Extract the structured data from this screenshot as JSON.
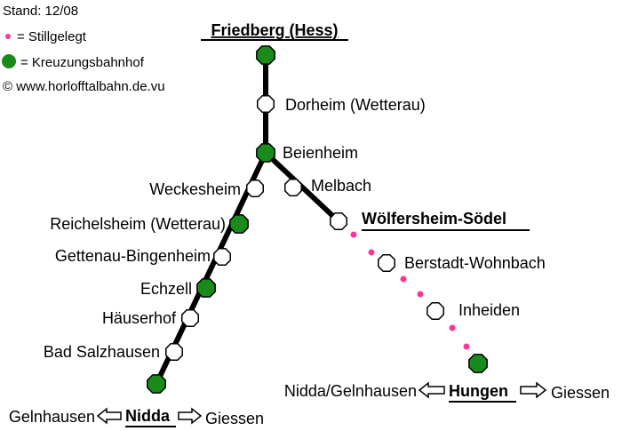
{
  "legend": {
    "stand": "Stand: 12/08",
    "stillgelegt": "= Stillgelegt",
    "kreuzungsbahnhof": "= Kreuzungsbahnhof",
    "copyright": "© www.horlofftalbahn.de.vu"
  },
  "colors": {
    "line": "#000000",
    "crossing_station": "#1a8a1a",
    "station": "#ffffff",
    "abandoned": "#ff3399"
  },
  "stations": {
    "friedberg": "Friedberg (Hess)",
    "dorheim": "Dorheim (Wetterau)",
    "beienheim": "Beienheim",
    "weckesheim": "Weckesheim",
    "melbach": "Melbach",
    "woelfersheim": "Wölfersheim-Södel",
    "reichelsheim": "Reichelsheim (Wetterau)",
    "gettenau": "Gettenau-Bingenheim",
    "berstadt": "Berstadt-Wohnbach",
    "echzell": "Echzell",
    "inheiden": "Inheiden",
    "haeuserhof": "Häuserhof",
    "bad_salzhausen": "Bad Salzhausen",
    "hungen": "Hungen",
    "nidda": "Nidda"
  },
  "connections": {
    "hungen_left": "Nidda/Gelnhausen",
    "hungen_right": "Giessen",
    "nidda_left": "Gelnhausen",
    "nidda_right": "Giessen"
  }
}
